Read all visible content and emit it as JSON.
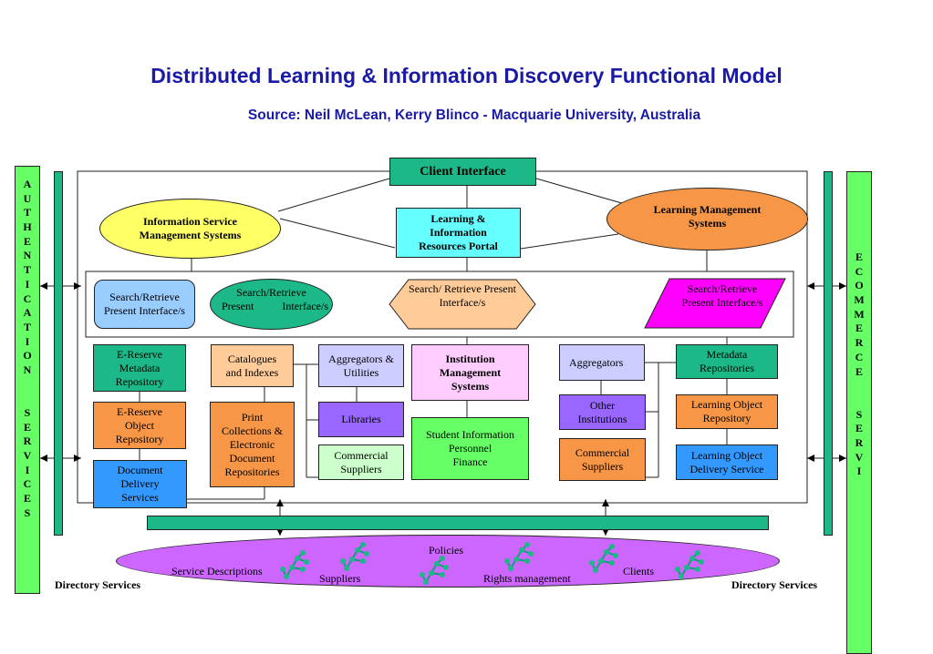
{
  "title": "Distributed Learning & Information Discovery Functional Model",
  "subtitle": "Source: Neil McLean, Kerry Blinco - Macquarie University, Australia",
  "colors": {
    "teal": "#1cb887",
    "yellow": "#ffff66",
    "orange": "#f79646",
    "cyan": "#66ffff",
    "light_blue": "#99ccff",
    "peach": "#ffcc99",
    "lavender": "#ccccff",
    "purple": "#9966ff",
    "pale_green": "#ccffcc",
    "pink": "#ffccff",
    "green": "#66ff66",
    "magenta": "#ff00ff",
    "blue": "#3399ff",
    "violet_ellipse": "#cc66ff",
    "dark_blue_text": "#1a1aa6"
  },
  "client_interface": "Client Interface",
  "information_service": "Information Service Management Systems",
  "learning_portal": "Learning & Information Resources Portal",
  "learning_management": "Learning Management Systems",
  "search": {
    "s1": "Search/Retrieve Present Interface/s",
    "s2_line1": "Search/Retrieve",
    "s2_line2a": "Present",
    "s2_line2b": "Interface/s",
    "s3": "Search/ Retrieve Present Interface/s",
    "s4": "Search/Retrieve Present Interface/s"
  },
  "eres_metadata": "E-Reserve Metadata Repository",
  "eres_object": "E-Reserve Object Repository",
  "document_delivery": "Document Delivery Services",
  "catalogues": "Catalogues and Indexes",
  "print_collections": "Print Collections & Electronic Document Repositories",
  "aggregators_utilities": "Aggregators & Utilities",
  "libraries": "Libraries",
  "commercial_suppliers_left": "Commercial Suppliers",
  "institution_management": "Institution Management Systems",
  "student_info": {
    "line1": "Student Information",
    "line2": "Personnel",
    "line3": "Finance"
  },
  "aggregators_right": "Aggregators",
  "other_institutions": "Other Institutions",
  "commercial_suppliers_right": "Commercial Suppliers",
  "metadata_repositories": "Metadata Repositories",
  "lo_repository": "Learning Object Repository",
  "lo_delivery": "Learning Object Delivery Service",
  "authentication": [
    "A",
    "U",
    "T",
    "H",
    "E",
    "N",
    "T",
    "I",
    "C",
    "A",
    "T",
    "I",
    "O",
    "N",
    "",
    "",
    "S",
    "E",
    "R",
    "V",
    "I",
    "C",
    "E",
    "S"
  ],
  "ecommerce": [
    "E",
    "C",
    "O",
    "M",
    "M",
    "E",
    "R",
    "C",
    "E",
    "",
    "",
    "S",
    "E",
    "R",
    "V",
    "I"
  ],
  "directory_left": "Directory Services",
  "directory_right": "Directory Services",
  "directory_items": {
    "policies": "Policies",
    "service_descriptions": "Service Descriptions",
    "suppliers": "Suppliers",
    "rights_management": "Rights management",
    "clients": "Clients"
  },
  "icons": [
    "tree-network-icon"
  ]
}
